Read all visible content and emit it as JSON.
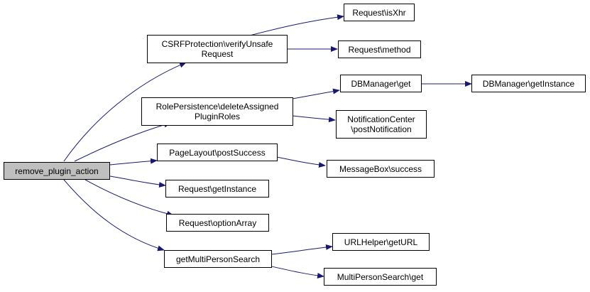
{
  "nodes": {
    "remove_plugin_action": {
      "label": "remove_plugin_action"
    },
    "csrf": {
      "label": "CSRFProtection\\verifyUnsafe\nRequest"
    },
    "role": {
      "label": "RolePersistence\\deleteAssigned\nPluginRoles"
    },
    "pagelayout": {
      "label": "PageLayout\\postSuccess"
    },
    "req_getinstance": {
      "label": "Request\\getInstance"
    },
    "req_optionarray": {
      "label": "Request\\optionArray"
    },
    "getmulti": {
      "label": "getMultiPersonSearch"
    },
    "isxhr": {
      "label": "Request\\isXhr"
    },
    "method": {
      "label": "Request\\method"
    },
    "dbget": {
      "label": "DBManager\\get"
    },
    "dbgetinstance": {
      "label": "DBManager\\getInstance"
    },
    "notif": {
      "label": "NotificationCenter\n\\postNotification"
    },
    "msgbox": {
      "label": "MessageBox\\success"
    },
    "urlhelper": {
      "label": "URLHelper\\getURL"
    },
    "mpsget": {
      "label": "MultiPersonSearch\\get"
    }
  },
  "colors": {
    "edge": "#191970",
    "root_fill": "#bfbfbf",
    "node_fill": "#ffffff",
    "border": "#000000"
  }
}
